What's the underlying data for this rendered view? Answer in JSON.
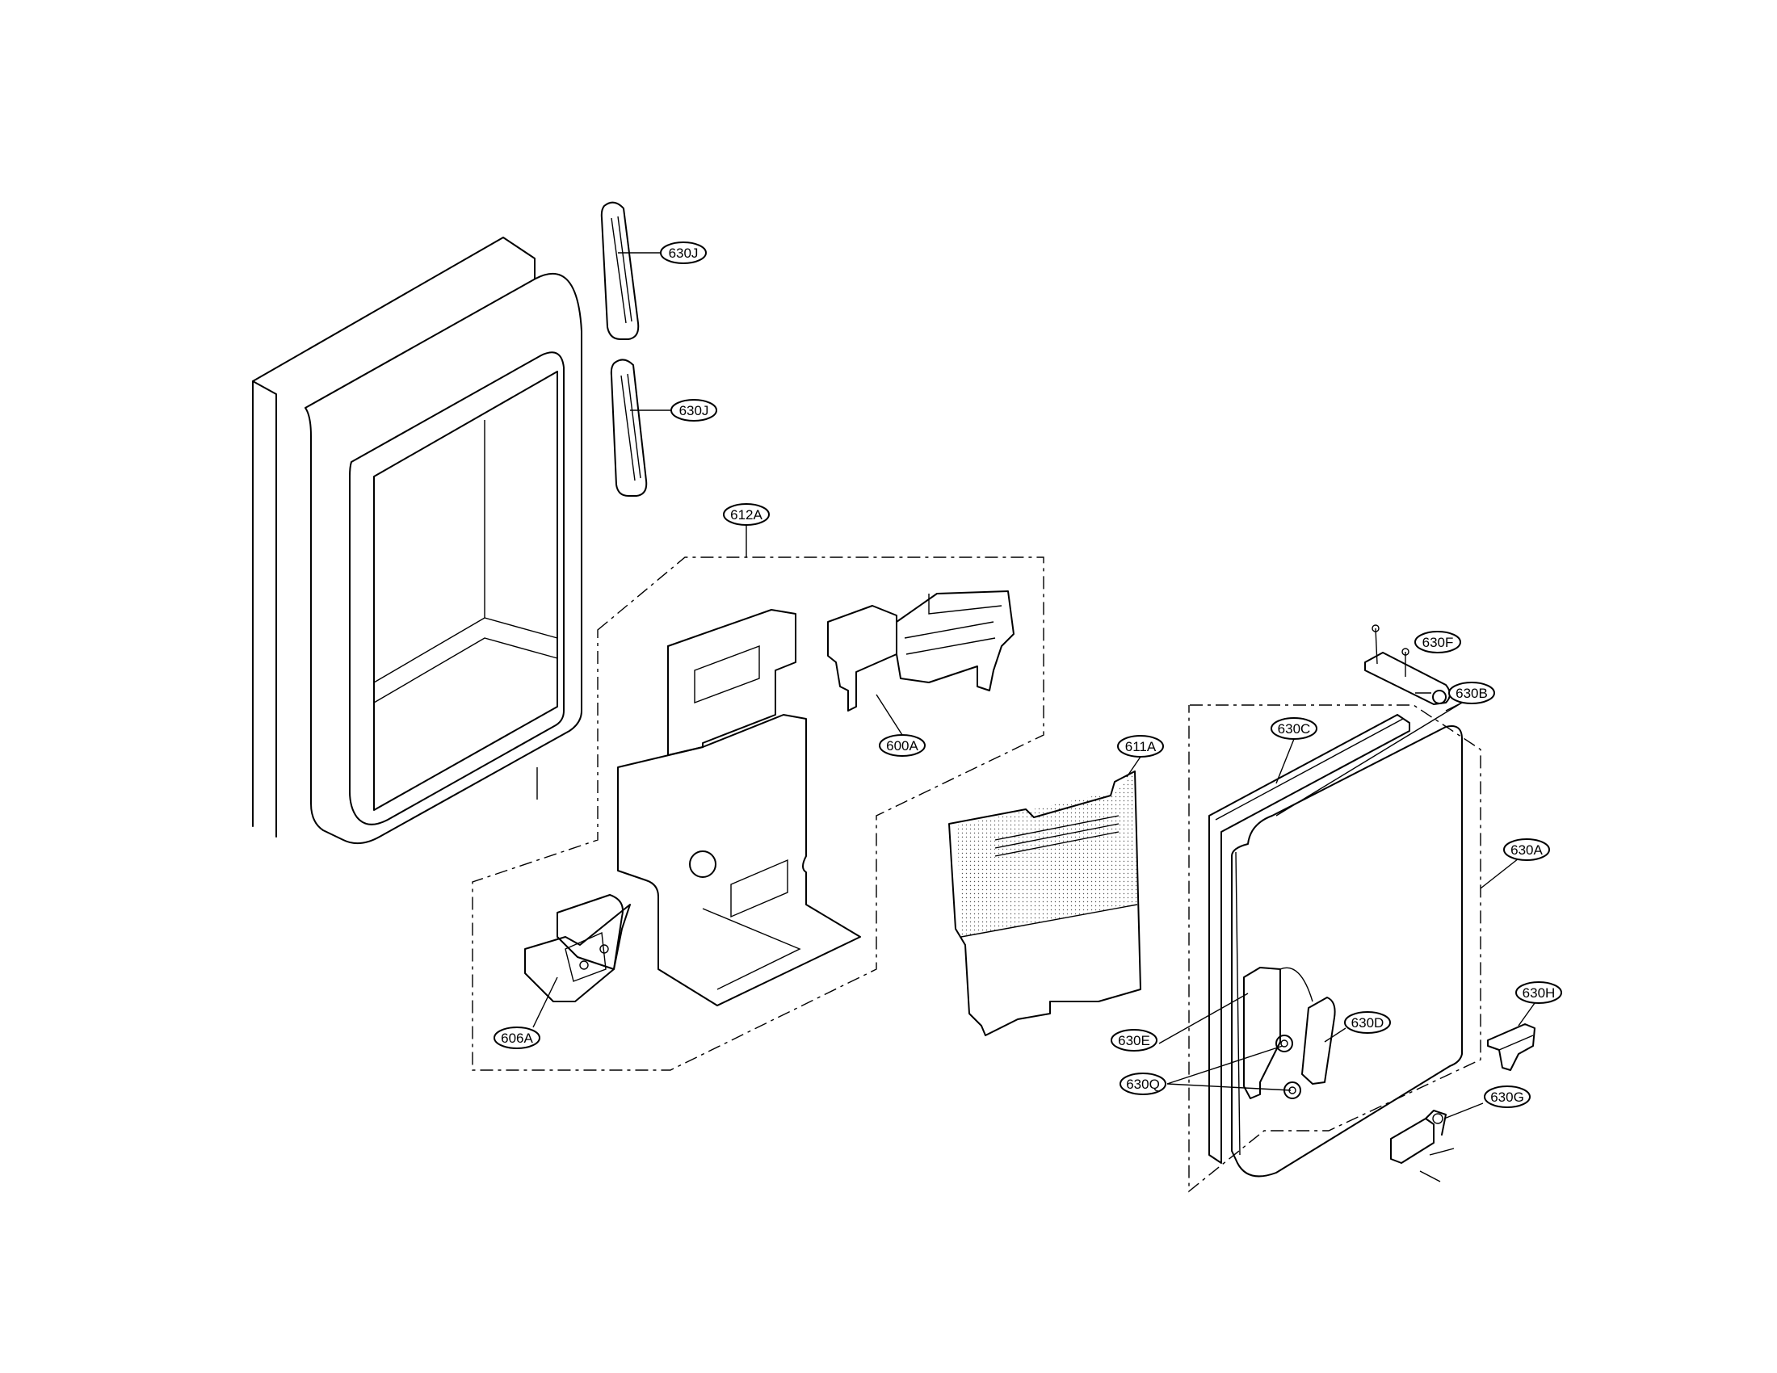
{
  "callouts": {
    "c630J_top": "630J",
    "c630J_bottom": "630J",
    "c612A": "612A",
    "c600A": "600A",
    "c606A": "606A",
    "c611A": "611A",
    "c630F": "630F",
    "c630B": "630B",
    "c630C": "630C",
    "c630A": "630A",
    "c630H": "630H",
    "c630D": "630D",
    "c630E": "630E",
    "c630Q": "630Q",
    "c630G": "630G"
  }
}
